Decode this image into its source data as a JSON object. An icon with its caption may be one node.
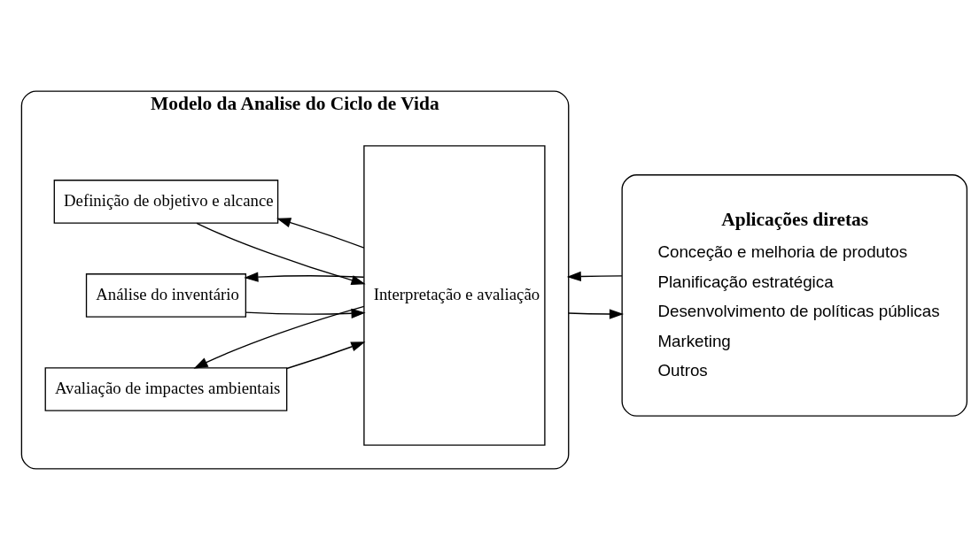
{
  "diagram": {
    "nodes": [
      {
        "text": [
          "Modelo da Analise do Ciclo de Vida"
        ]
      },
      {
        "text": [
          "Definição de objetivo e alcance"
        ],
        "in": 0
      },
      {
        "text": [
          "Análise do inventário"
        ],
        "in": 0
      },
      {
        "text": [
          "Avaliação de impactes ambientais"
        ],
        "in": 0
      },
      {
        "text": [
          "Interpretação e avaliação"
        ],
        "in": 0
      },
      {
        "text": [
          "Aplicações diretas",
          "Conceção e melhoria de produtos",
          "Planificação estratégica",
          "Desenvolvimento de políticas públicas",
          "Marketing",
          "Outros"
        ]
      }
    ],
    "edges": [
      {
        "from": 1,
        "to": 4,
        "arrow": "to"
      },
      {
        "from": 4,
        "to": 1,
        "arrow": "to"
      },
      {
        "from": 2,
        "to": 4,
        "arrow": "to"
      },
      {
        "from": 4,
        "to": 2,
        "arrow": "to"
      },
      {
        "from": 3,
        "to": 4,
        "arrow": "to"
      },
      {
        "from": 4,
        "to": 3,
        "arrow": "to"
      },
      {
        "from": 0,
        "to": 5,
        "arrow": "to"
      },
      {
        "from": 5,
        "to": 0,
        "arrow": "to"
      }
    ]
  }
}
